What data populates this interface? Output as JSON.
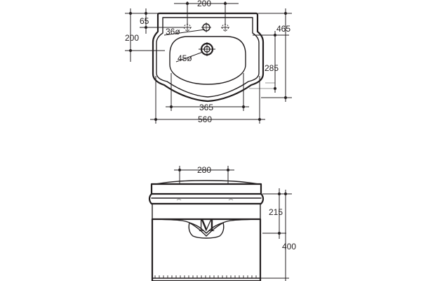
{
  "top_view": {
    "tap_spacing": "200",
    "edge_to_tap": "65",
    "edge_to_waste_outer": "200",
    "overall_depth": "465",
    "tap_hole": "36ø",
    "waste_hole": "45ø",
    "bowl_depth": "285",
    "bowl_width": "365",
    "overall_width": "560"
  },
  "front_view": {
    "fixing_spacing": "280",
    "basin_height": "215",
    "pedestal_height": "400",
    "logo_letter": "M"
  }
}
